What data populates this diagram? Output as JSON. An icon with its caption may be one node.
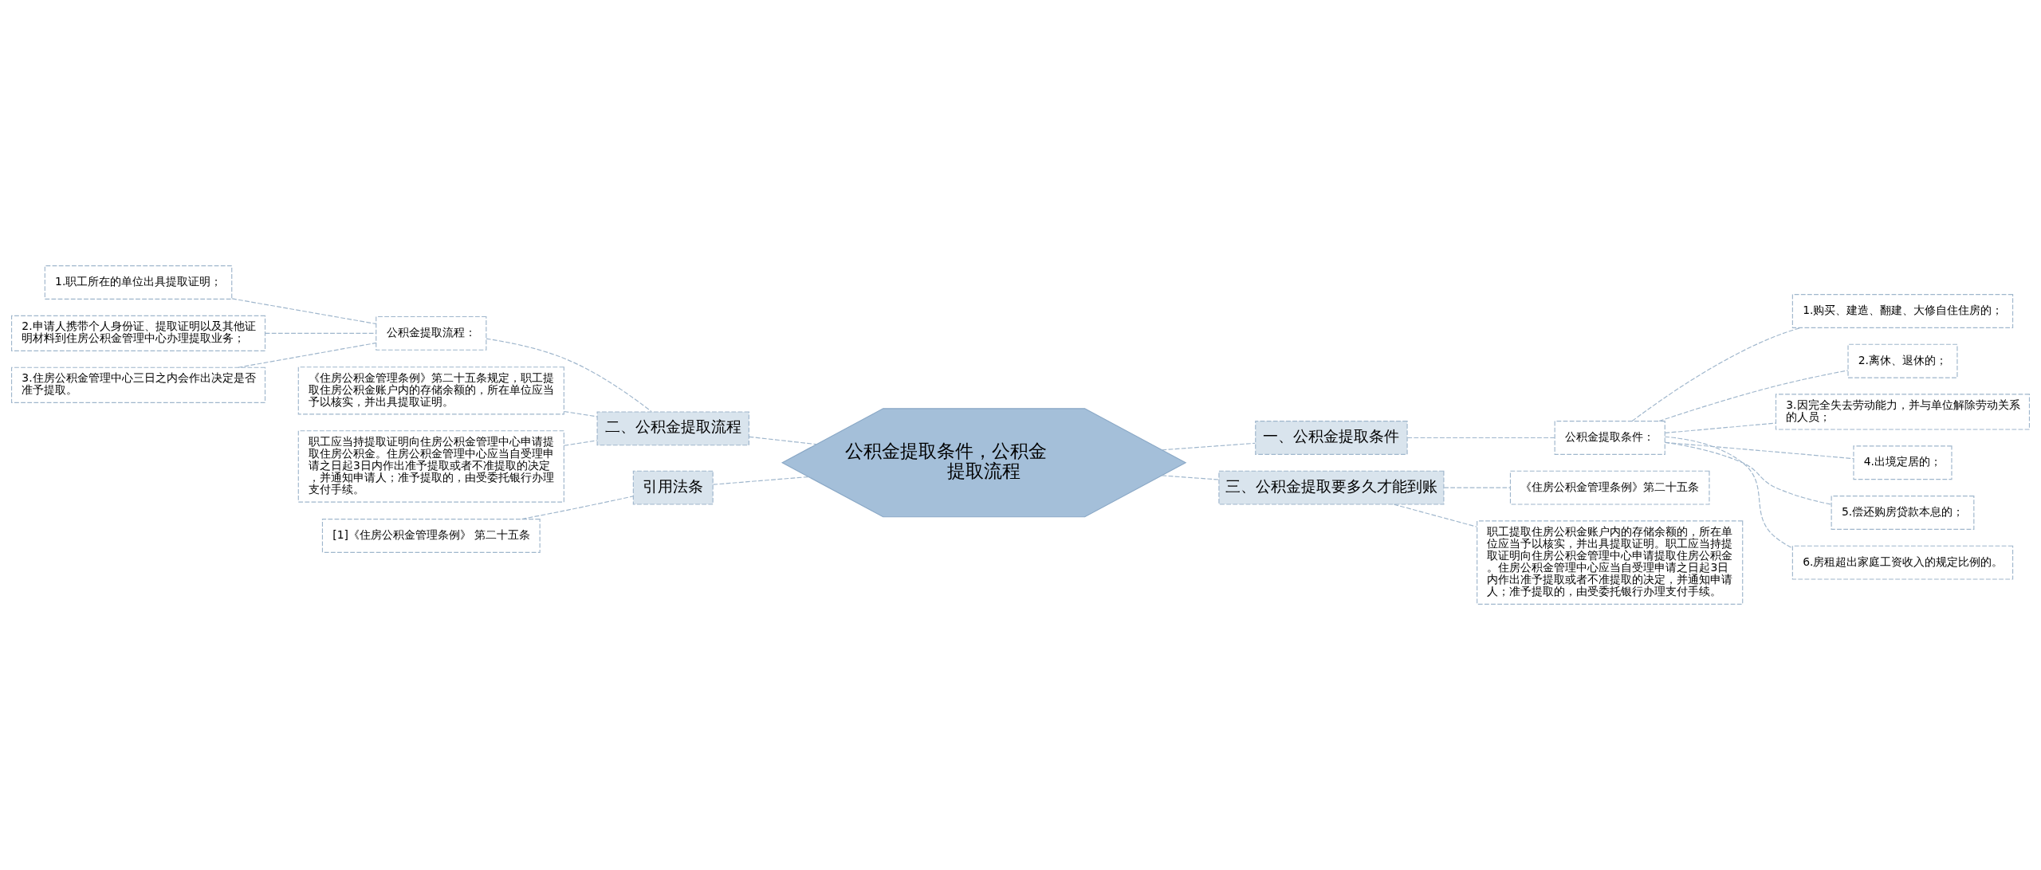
{
  "diagram": {
    "nodes": [
      {
        "text": [
          "公积金提取条件，公积金提取流程"
        ]
      },
      {
        "text": [
          "一、公积金提取条件"
        ]
      },
      {
        "text": [
          "公积金提取条件："
        ]
      },
      {
        "text": [
          "1.购买、建造、翻建、大修自住住房的；"
        ]
      },
      {
        "text": [
          "2.离休、退休的；"
        ]
      },
      {
        "text": [
          "3.因完全失去劳动能力，并与单位解除劳动关系的人员；"
        ]
      },
      {
        "text": [
          "4.出境定居的；"
        ]
      },
      {
        "text": [
          "5.偿还购房贷款本息的；"
        ]
      },
      {
        "text": [
          "6.房租超出家庭工资收入的规定比例的。"
        ]
      },
      {
        "text": [
          "三、公积金提取要多久才能到账"
        ]
      },
      {
        "text": [
          "《住房公积金管理条例》第二十五条"
        ]
      },
      {
        "text": [
          "职工提取住房公积金账户内的存储余额的，所在单位应当予以核实，并出具提取证明。职工应当持提取证明向住房公积金管理中心申请提取住房公积金。住房公积金管理中心应当自受理申请之日起3日内作出准予提取或者不准提取的决定，并通知申请人；准予提取的，由受委托银行办理支付手续。"
        ]
      },
      {
        "text": [
          "二、公积金提取流程"
        ]
      },
      {
        "text": [
          "公积金提取流程："
        ]
      },
      {
        "text": [
          "1.职工所在的单位出具提取证明；"
        ]
      },
      {
        "text": [
          "2.申请人携带个人身份证、提取证明以及其他证明材料到住房公积金管理中心办理提取业务；"
        ]
      },
      {
        "text": [
          "3.住房公积金管理中心三日之内会作出决定是否准予提取。"
        ]
      },
      {
        "text": [
          "《住房公积金管理条例》第二十五条规定，职工提取住房公积金账户内的存储余额的，所在单位应当予以核实，并出具提取证明。"
        ]
      },
      {
        "text": [
          "职工应当持提取证明向住房公积金管理中心申请提取住房公积金。住房公积金管理中心应当自受理申请之日起3日内作出准予提取或者不准提取的决定，并通知申请人；准予提取的，由受委托银行办理支付手续。"
        ]
      },
      {
        "text": [
          "引用法条"
        ]
      },
      {
        "text": [
          "[1]《住房公积金管理条例》 第二十五条"
        ]
      }
    ],
    "edges": [
      {
        "from": 0,
        "to": 1,
        "arrow": "none"
      },
      {
        "from": 1,
        "to": 2,
        "arrow": "none"
      },
      {
        "from": 2,
        "to": 3,
        "arrow": "none"
      },
      {
        "from": 2,
        "to": 4,
        "arrow": "none"
      },
      {
        "from": 2,
        "to": 5,
        "arrow": "none"
      },
      {
        "from": 2,
        "to": 6,
        "arrow": "none"
      },
      {
        "from": 2,
        "to": 7,
        "arrow": "none"
      },
      {
        "from": 2,
        "to": 8,
        "arrow": "none"
      },
      {
        "from": 0,
        "to": 9,
        "arrow": "none"
      },
      {
        "from": 9,
        "to": 10,
        "arrow": "none"
      },
      {
        "from": 9,
        "to": 11,
        "arrow": "none"
      },
      {
        "from": 0,
        "to": 12,
        "arrow": "none"
      },
      {
        "from": 12,
        "to": 13,
        "arrow": "none"
      },
      {
        "from": 13,
        "to": 14,
        "arrow": "none"
      },
      {
        "from": 13,
        "to": 15,
        "arrow": "none"
      },
      {
        "from": 13,
        "to": 16,
        "arrow": "none"
      },
      {
        "from": 12,
        "to": 17,
        "arrow": "none"
      },
      {
        "from": 12,
        "to": 18,
        "arrow": "none"
      },
      {
        "from": 0,
        "to": 19,
        "arrow": "none"
      },
      {
        "from": 19,
        "to": 20,
        "arrow": "none"
      }
    ]
  }
}
